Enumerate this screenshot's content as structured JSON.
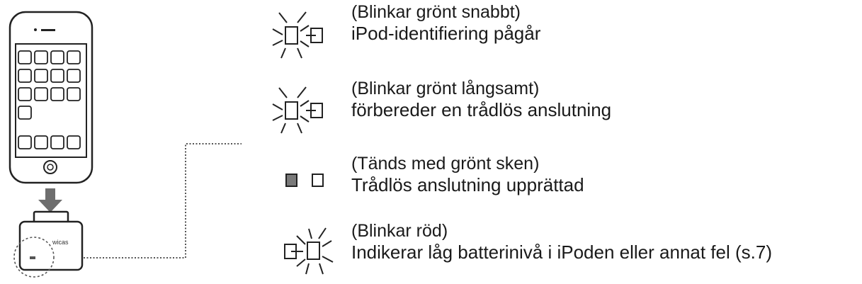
{
  "diagram": {
    "device": {
      "speaker_label": "",
      "adapter_label": ""
    },
    "statuses": [
      {
        "title": "(Blinkar grönt snabbt)",
        "description": "iPod-identifiering pågår",
        "indicator": "green-fast-blink"
      },
      {
        "title": "(Blinkar grönt långsamt)",
        "description": "förbereder en trådlös anslutning",
        "indicator": "green-slow-blink"
      },
      {
        "title": "(Tänds med grönt sken)",
        "description": "Trådlös anslutning upprättad",
        "indicator": "green-steady"
      },
      {
        "title": "(Blinkar röd)",
        "description": "Indikerar låg batterinivå i iPoden eller annat fel (s.7)",
        "indicator": "red-blink"
      }
    ],
    "colors": {
      "line": "#222222",
      "lit_led": "#7a7a7a",
      "arrow": "#6e6e6e"
    }
  }
}
